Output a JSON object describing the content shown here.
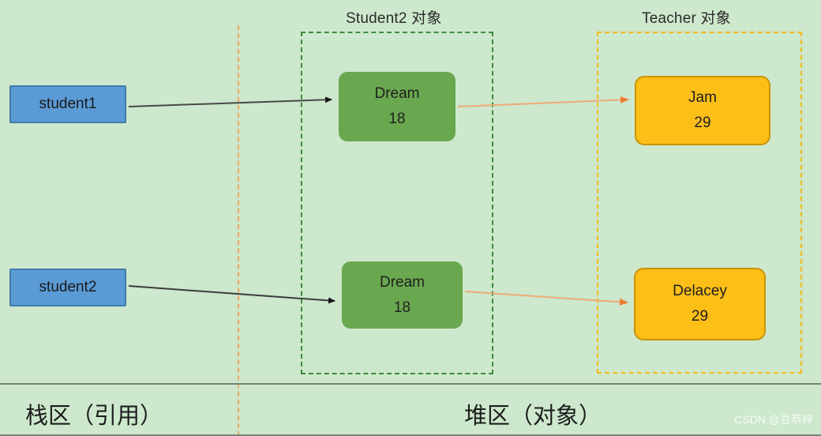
{
  "diagram": {
    "background_color": "#cde8cc",
    "titles": {
      "student2_region": "Student2 对象",
      "teacher_region": "Teacher 对象"
    },
    "regions": [
      {
        "name": "Student2 对象",
        "border_color": "#3d8b3d",
        "border_style": "dash-dot"
      },
      {
        "name": "Teacher 对象",
        "border_color": "#f5b91a",
        "border_style": "dash-dot"
      }
    ],
    "stack_boxes": [
      {
        "label": "student1",
        "fill": "#5b9bd5",
        "border": "#3f7cab"
      },
      {
        "label": "student2",
        "fill": "#5b9bd5",
        "border": "#3f7cab"
      }
    ],
    "heap_student_boxes": [
      {
        "name": "Dream",
        "age": "18",
        "fill": "#6aa84f"
      },
      {
        "name": "Dream",
        "age": "18",
        "fill": "#6aa84f"
      }
    ],
    "heap_teacher_boxes": [
      {
        "name": "Jam",
        "age": "29",
        "fill": "#fcbf18",
        "border": "#c99307"
      },
      {
        "name": "Delacey",
        "age": "29",
        "fill": "#fcbf18",
        "border": "#c99307"
      }
    ],
    "arrows": [
      {
        "from": "student1",
        "to": "Dream 18 (top)",
        "color": "#3b3b3b"
      },
      {
        "from": "student2",
        "to": "Dream 18 (bottom)",
        "color": "#3b3b3b"
      },
      {
        "from": "Dream 18 (top)",
        "to": "Jam 29",
        "color": "#eb8a4a"
      },
      {
        "from": "Dream 18 (bottom)",
        "to": "Delacey 29",
        "color": "#eb8a4a"
      }
    ],
    "divider": {
      "name": "stack-heap-divider",
      "color": "#f0a868",
      "style": "dashed"
    },
    "area_labels": {
      "stack": "栈区（引用）",
      "heap": "堆区（对象）"
    },
    "watermark": "CSDN @豆恭梓"
  }
}
